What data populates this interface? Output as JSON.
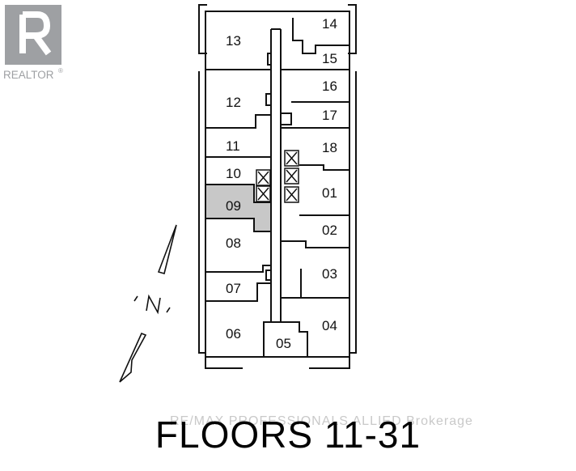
{
  "logo": {
    "text": "REALTOR",
    "mark": "®",
    "colors": {
      "badge": "#9ea0a3",
      "letter": "#ffffff"
    }
  },
  "units": [
    "13",
    "14",
    "15",
    "12",
    "16",
    "17",
    "11",
    "18",
    "10",
    "01",
    "09",
    "08",
    "02",
    "03",
    "07",
    "06",
    "05",
    "04"
  ],
  "highlighted_unit": "09",
  "title": "FLOORS 11-31",
  "watermark": "RE/MAX PROFESSIONALS ALLIED Brokerage",
  "colors": {
    "highlight": "#c8c8c8",
    "wall": "#111111"
  }
}
